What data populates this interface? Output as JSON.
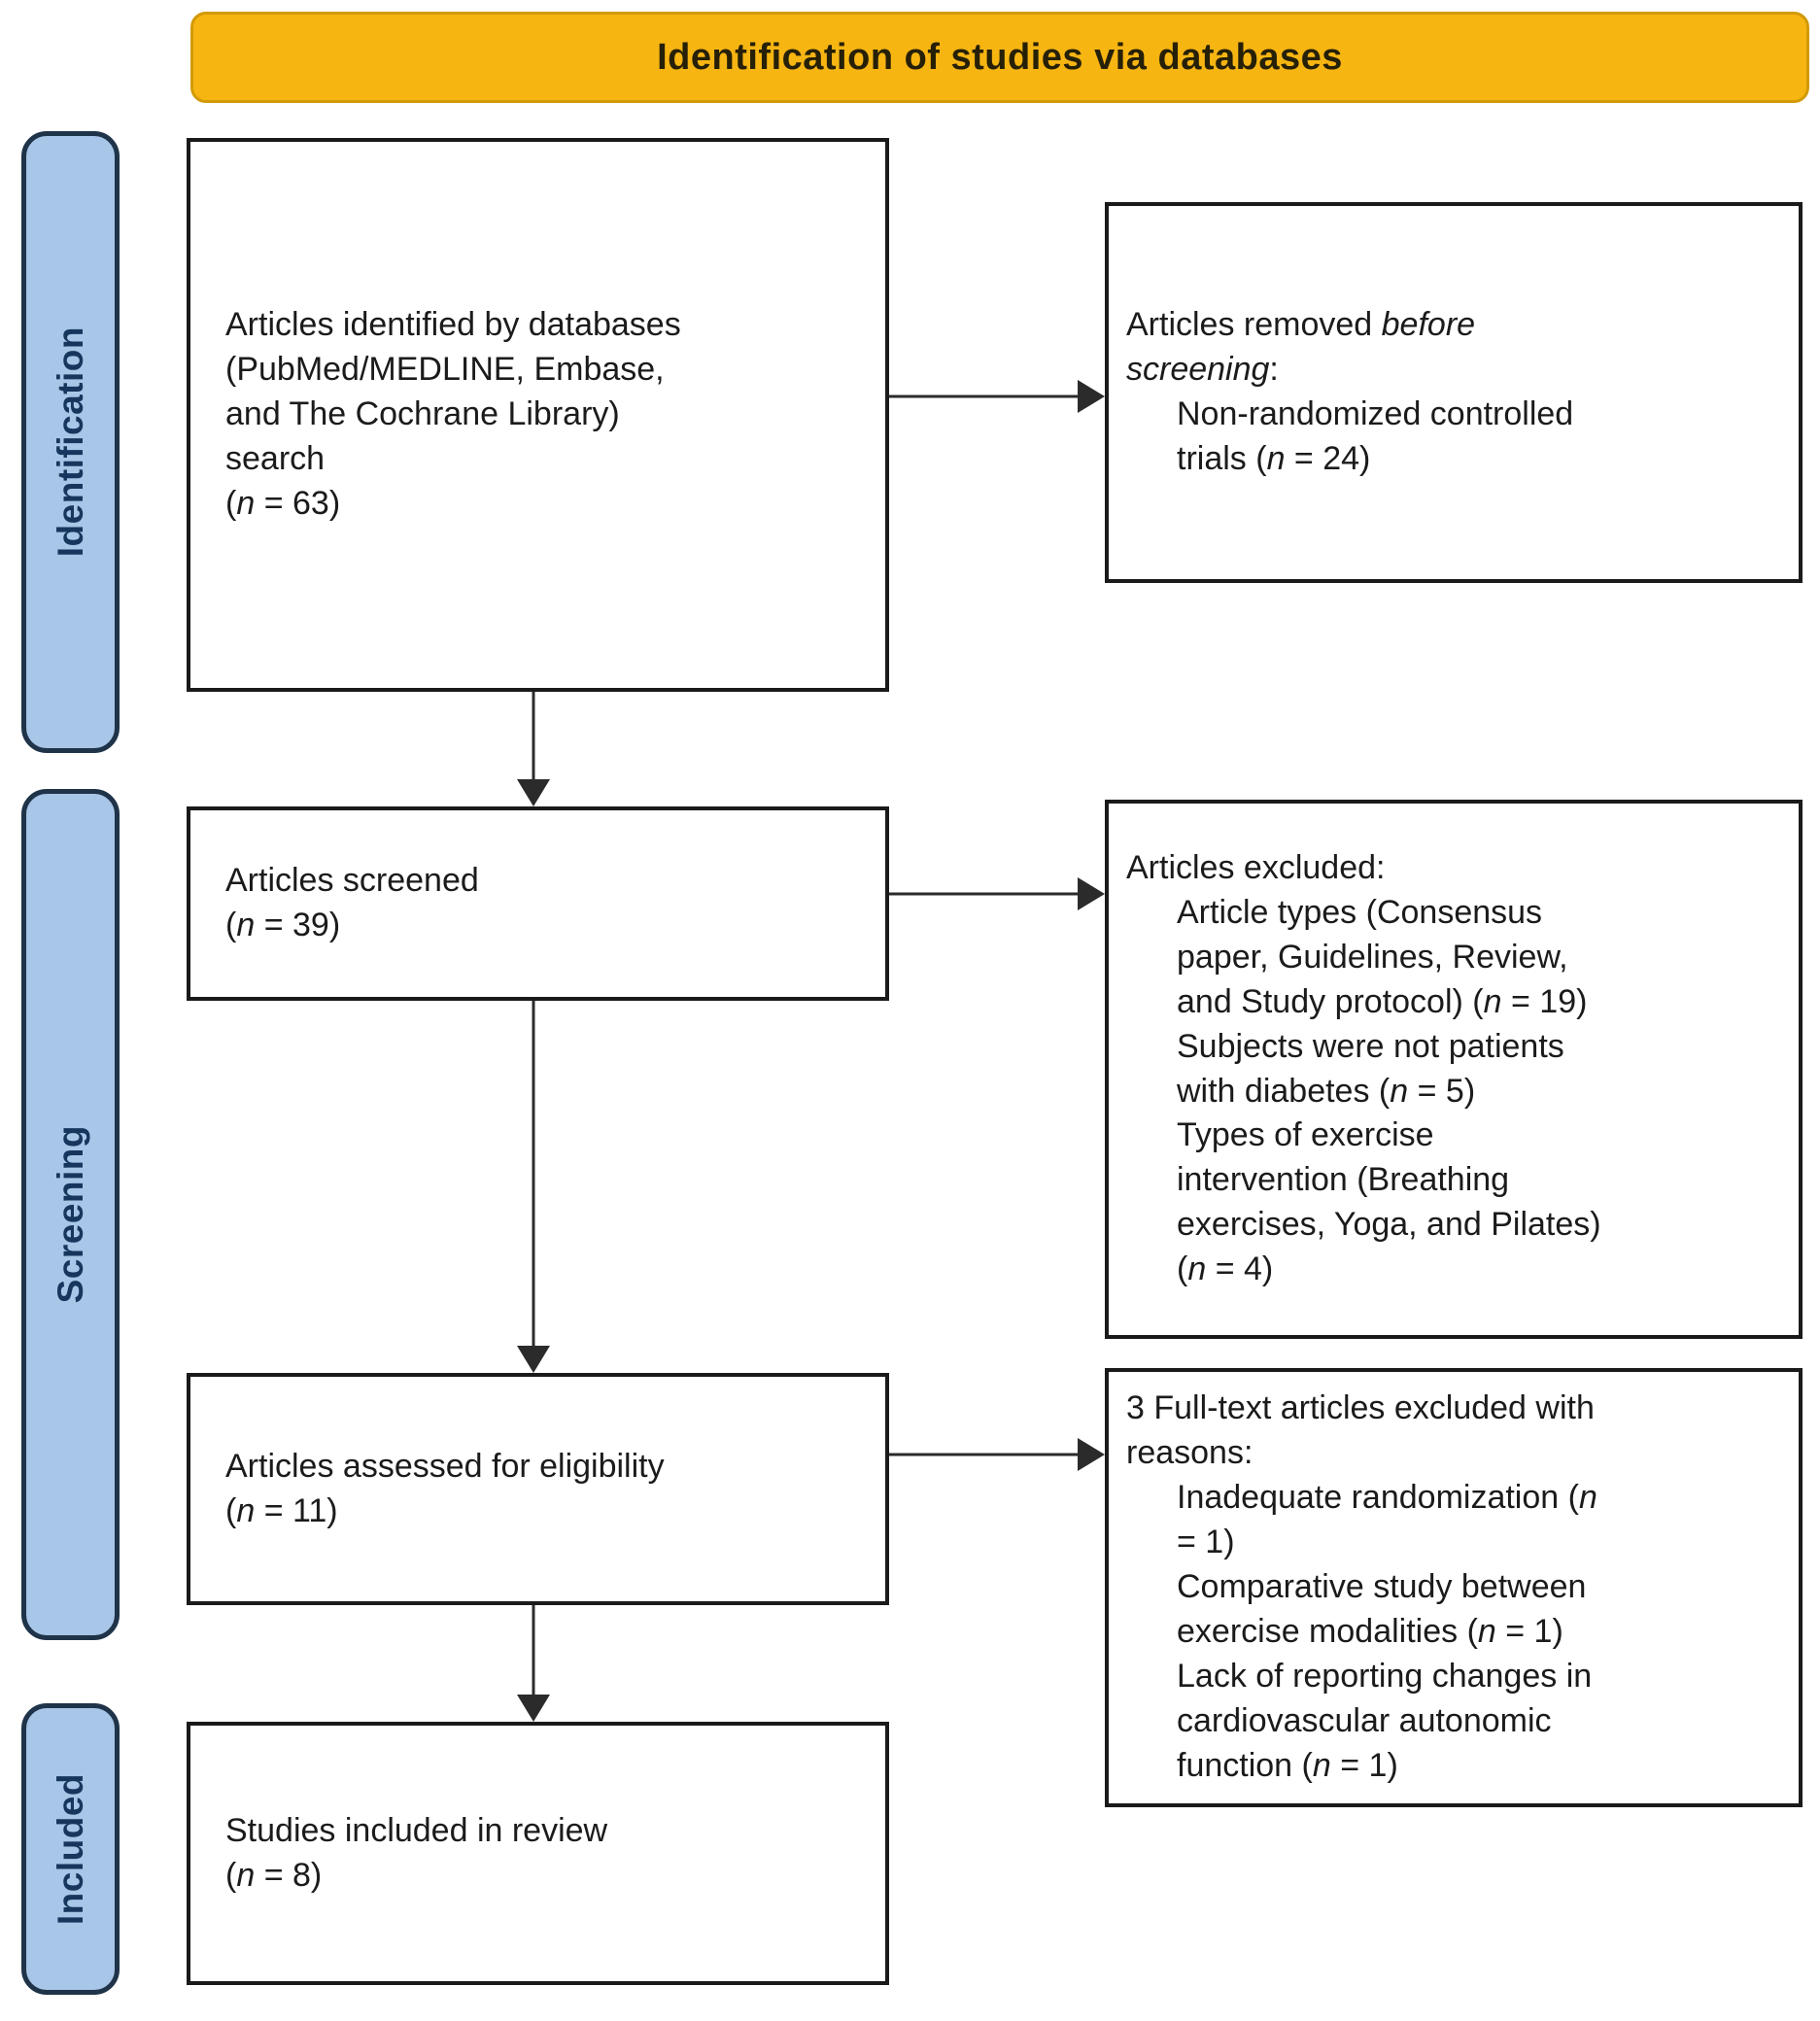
{
  "header": {
    "title": "Identification of studies via databases"
  },
  "stages": [
    {
      "id": "identification",
      "label": "Identification"
    },
    {
      "id": "screening",
      "label": "Screening"
    },
    {
      "id": "included",
      "label": "Included"
    }
  ],
  "boxes": {
    "identified": {
      "lines": [
        {
          "segs": [
            {
              "t": "Articles identified by databases"
            }
          ]
        },
        {
          "segs": [
            {
              "t": "(PubMed/MEDLINE, Embase,"
            }
          ]
        },
        {
          "segs": [
            {
              "t": "and The Cochrane Library)"
            }
          ]
        },
        {
          "segs": [
            {
              "t": "search"
            }
          ]
        },
        {
          "segs": [
            {
              "t": "("
            },
            {
              "t": "n",
              "i": true
            },
            {
              "t": " = 63)"
            }
          ]
        }
      ]
    },
    "screened": {
      "lines": [
        {
          "segs": [
            {
              "t": "Articles screened"
            }
          ]
        },
        {
          "segs": [
            {
              "t": "("
            },
            {
              "t": "n",
              "i": true
            },
            {
              "t": " = 39)"
            }
          ]
        }
      ]
    },
    "assessed": {
      "lines": [
        {
          "segs": [
            {
              "t": "Articles assessed for eligibility"
            }
          ]
        },
        {
          "segs": [
            {
              "t": "("
            },
            {
              "t": "n",
              "i": true
            },
            {
              "t": " = 11)"
            }
          ]
        }
      ]
    },
    "included_review": {
      "lines": [
        {
          "segs": [
            {
              "t": "Studies included in review"
            }
          ]
        },
        {
          "segs": [
            {
              "t": "("
            },
            {
              "t": "n",
              "i": true
            },
            {
              "t": " = 8)"
            }
          ]
        }
      ]
    },
    "removed_before": {
      "lines": [
        {
          "segs": [
            {
              "t": "Articles removed "
            },
            {
              "t": "before",
              "i": true
            }
          ]
        },
        {
          "segs": [
            {
              "t": "screening",
              "i": true
            },
            {
              "t": ":"
            }
          ]
        },
        {
          "indent": true,
          "segs": [
            {
              "t": "Non-randomized controlled"
            }
          ]
        },
        {
          "indent": true,
          "segs": [
            {
              "t": "trials ("
            },
            {
              "t": "n",
              "i": true
            },
            {
              "t": " = 24)"
            }
          ]
        }
      ]
    },
    "excluded": {
      "lines": [
        {
          "segs": [
            {
              "t": "Articles excluded:"
            }
          ]
        },
        {
          "indent": true,
          "segs": [
            {
              "t": "Article types (Consensus"
            }
          ]
        },
        {
          "indent": true,
          "segs": [
            {
              "t": "paper, Guidelines, Review,"
            }
          ]
        },
        {
          "indent": true,
          "segs": [
            {
              "t": "and Study protocol) ("
            },
            {
              "t": "n",
              "i": true
            },
            {
              "t": " = 19)"
            }
          ]
        },
        {
          "indent": true,
          "segs": [
            {
              "t": "Subjects were not patients"
            }
          ]
        },
        {
          "indent": true,
          "segs": [
            {
              "t": "with diabetes ("
            },
            {
              "t": "n",
              "i": true
            },
            {
              "t": " = 5)"
            }
          ]
        },
        {
          "indent": true,
          "segs": [
            {
              "t": "Types of exercise"
            }
          ]
        },
        {
          "indent": true,
          "segs": [
            {
              "t": "intervention (Breathing"
            }
          ]
        },
        {
          "indent": true,
          "segs": [
            {
              "t": "exercises, Yoga, and Pilates)"
            }
          ]
        },
        {
          "indent": true,
          "segs": [
            {
              "t": "("
            },
            {
              "t": "n",
              "i": true
            },
            {
              "t": " = 4)"
            }
          ]
        }
      ]
    },
    "fulltext_excluded": {
      "lines": [
        {
          "segs": [
            {
              "t": "3 Full-text articles excluded with"
            }
          ]
        },
        {
          "segs": [
            {
              "t": "reasons:"
            }
          ]
        },
        {
          "indent": true,
          "segs": [
            {
              "t": "Inadequate randomization ("
            },
            {
              "t": "n",
              "i": true
            }
          ]
        },
        {
          "indent": true,
          "segs": [
            {
              "t": "= 1)"
            }
          ]
        },
        {
          "indent": true,
          "segs": [
            {
              "t": "Comparative study between"
            }
          ]
        },
        {
          "indent": true,
          "segs": [
            {
              "t": "exercise modalities ("
            },
            {
              "t": "n",
              "i": true
            },
            {
              "t": " = 1)"
            }
          ]
        },
        {
          "indent": true,
          "segs": [
            {
              "t": "Lack of reporting changes in"
            }
          ]
        },
        {
          "indent": true,
          "segs": [
            {
              "t": "cardiovascular autonomic"
            }
          ]
        },
        {
          "indent": true,
          "segs": [
            {
              "t": "function ("
            },
            {
              "t": "n",
              "i": true
            },
            {
              "t": " = 1)"
            }
          ]
        }
      ]
    }
  },
  "colors": {
    "page_bg": "#FFFFFF",
    "header_bg": "#F7B512",
    "header_border": "#D29A06",
    "header_text": "#262007",
    "stage_bg": "#A8C6E7",
    "stage_border": "#1F3349",
    "stage_text": "#17365D",
    "box_border": "#1A1A1A",
    "box_text": "#1B1B1B",
    "arrow": "#2B2B2B"
  }
}
